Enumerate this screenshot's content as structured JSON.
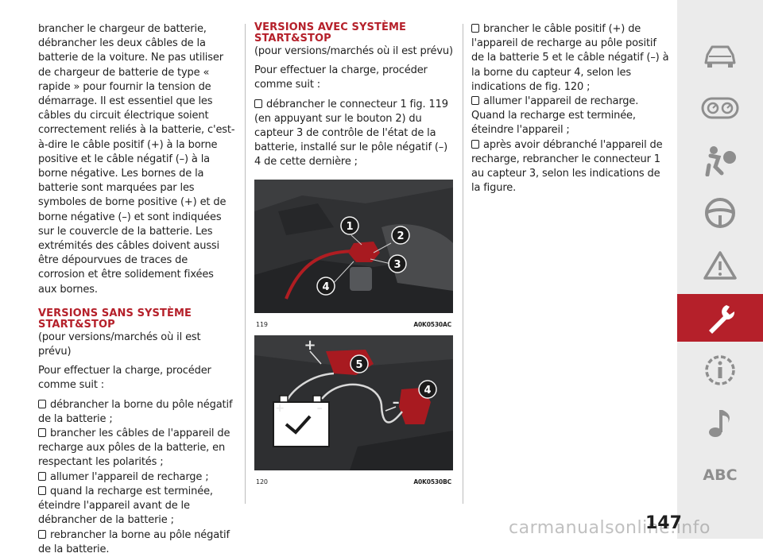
{
  "col1": {
    "intro": "brancher le chargeur de batterie, débrancher les deux câbles de la batterie de la voiture. Ne pas utiliser de chargeur de batterie de type « rapide » pour fournir la tension de démarrage. Il est essentiel que les câbles du circuit électrique soient correctement reliés à la batterie, c'est-à-dire le câble positif (+) à la borne positive et le câble négatif (–) à la borne négative. Les bornes de la batterie sont marquées par les symboles de borne positive (+) et de borne négative (–) et sont indiquées sur le couvercle de la batterie. Les extrémités des câbles doivent aussi être dépourvues de traces de corrosion et être solidement fixées aux bornes.",
    "heading": "VERSIONS SANS SYSTÈME START&STOP",
    "note": "(pour versions/marchés où il est prévu)",
    "lead": "Pour effectuer la charge, procéder comme suit :",
    "bullets": [
      "débrancher la borne du pôle négatif de la batterie ;",
      "brancher les câbles de l'appareil de recharge aux pôles de la batterie, en respectant les polarités ;",
      "allumer l'appareil de recharge ;",
      "quand la recharge est terminée, éteindre l'appareil avant de le débrancher de la batterie ;",
      "rebrancher la borne au pôle négatif de la batterie."
    ]
  },
  "col2": {
    "heading": "VERSIONS AVEC SYSTÈME START&STOP",
    "note": "(pour versions/marchés où il est prévu)",
    "lead": "Pour effectuer la charge, procéder comme suit :",
    "bullets": [
      "débrancher le connecteur 1 fig. 119 (en appuyant sur le bouton 2) du capteur 3 de contrôle de l'état de la batterie, installé sur le pôle négatif (–) 4 de cette dernière ;"
    ],
    "fig1": {
      "number": "119",
      "code": "A0K0530AC",
      "callouts": [
        "1",
        "2",
        "3",
        "4"
      ]
    },
    "fig2": {
      "number": "120",
      "code": "A0K0530BC",
      "callouts": [
        "5",
        "4"
      ],
      "signs": [
        "+",
        "–"
      ]
    }
  },
  "col3": {
    "bullets": [
      "brancher le câble positif (+) de l'appareil de recharge au pôle positif de la batterie 5 et le câble négatif (–) à la borne du capteur 4, selon les indications de fig. 120 ;",
      "allumer l'appareil de recharge. Quand la recharge est terminée, éteindre l'appareil ;",
      "après avoir débranché l'appareil de recharge, rebrancher le connecteur 1 au capteur 3, selon les indications de la figure."
    ]
  },
  "sidebar": {
    "items": [
      "car-icon",
      "dashboard-icon",
      "airbag-icon",
      "steering-wheel-icon",
      "warning-triangle-icon",
      "wrench-icon",
      "info-icon",
      "music-note-icon",
      "abc-text"
    ],
    "active_index": 5,
    "abc_label": "ABC",
    "accent": "#b5202a",
    "icon_color": "#8e8e8e"
  },
  "page_number": "147",
  "watermark": "carmanualsonline.info"
}
